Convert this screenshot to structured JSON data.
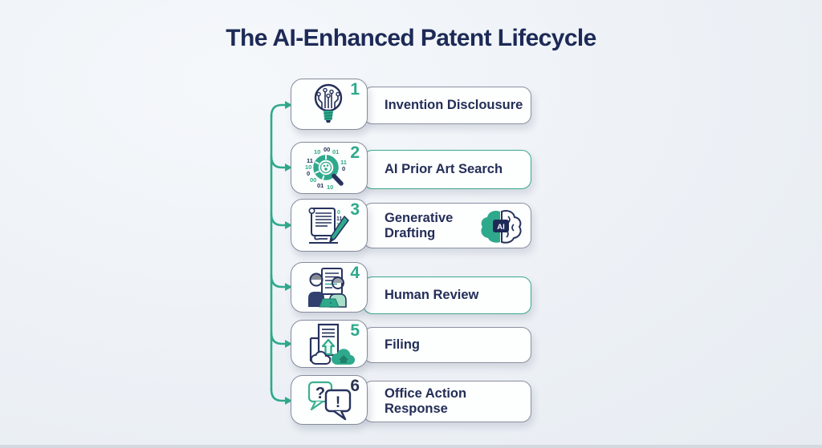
{
  "title": "The AI-Enhanced Patent Lifecycle",
  "colors": {
    "teal": "#2fa98c",
    "navy": "#242e58",
    "background": "#edf1f6",
    "card_background": "#fdfefe",
    "card_border_gray": "#878d9c",
    "card_border_teal": "#3aa78f",
    "number_teal": "#2fa98c",
    "number_navy": "#2b3350"
  },
  "ai_badge": "AI",
  "glyphs": {
    "question": "?",
    "exclamation": "!",
    "bit0": "0",
    "bit1": "1",
    "bit00": "00",
    "bit01": "01",
    "bit10": "10",
    "bit11": "11"
  },
  "steps": [
    {
      "number": "1",
      "label": "Invention Disclousure",
      "icon": "lightbulb-circuit"
    },
    {
      "number": "2",
      "label": "AI Prior Art Search",
      "icon": "magnifier-binary"
    },
    {
      "number": "3",
      "label": "Generative Drafting",
      "label_line1": "Generative",
      "label_line2": "Drafting",
      "icon": "document-pen",
      "has_ai_brain_badge": true
    },
    {
      "number": "4",
      "label": "Human Review",
      "icon": "people-review"
    },
    {
      "number": "5",
      "label": "Filing",
      "icon": "document-upload-cloud"
    },
    {
      "number": "6",
      "label": "Office Action Response",
      "icon": "speech-bubbles"
    }
  ]
}
